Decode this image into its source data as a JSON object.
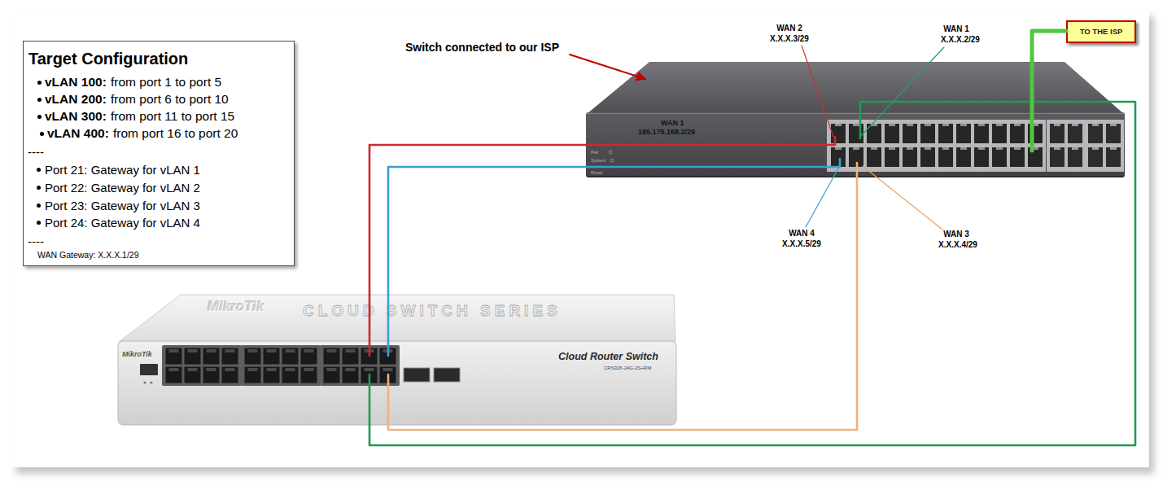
{
  "diagram": {
    "nodes": [
      {
        "text": [
          "Target Configuration",
          "vLAN 100:",
          "from port 1 to port 5",
          "vLAN 200:",
          "from port 6 to port 10",
          "vLAN 300:",
          "from port 11 to port 15",
          "vLAN 400:",
          "from port 16 to port 20",
          "----",
          "Port 21: Gateway for vLAN 1",
          "Port 22: Gateway for vLAN 2",
          "Port 23: Gateway for vLAN 3",
          "Port 24: Gateway for vLAN 4",
          "----",
          "WAN Gateway: X.X.X.1/29"
        ]
      },
      {
        "text": [
          "WAN 1",
          "185.175.168.2/29",
          "Pwr",
          "System",
          "Reset"
        ]
      },
      {
        "text": [
          "TO THE ISP"
        ]
      },
      {
        "text": [
          "MikroTik",
          "CLOUD SWITCH SERIES",
          "MikroTik",
          "Cloud Router Switch",
          "CRS326-24G-2S+RM"
        ]
      }
    ],
    "edges": [
      {
        "from": 3,
        "to": 1,
        "arrow": "none"
      },
      {
        "from": 3,
        "to": 1,
        "arrow": "none"
      },
      {
        "from": 3,
        "to": 1,
        "arrow": "none"
      },
      {
        "from": 3,
        "to": 1,
        "arrow": "none"
      },
      {
        "from": 1,
        "to": 2,
        "arrow": "none"
      }
    ],
    "labels": [
      "Switch connected to our ISP",
      "WAN 2",
      "X.X.X.3/29",
      "WAN 1",
      "X.X.X.2/29",
      "WAN 4",
      "X.X.X.5/29",
      "WAN 3",
      "X.X.X.4/29"
    ]
  }
}
